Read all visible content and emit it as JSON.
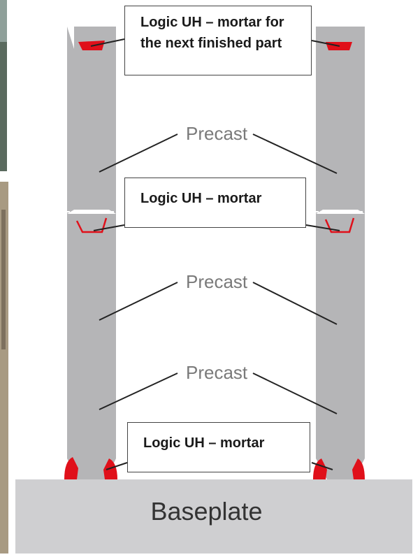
{
  "callouts": {
    "top": "Logic UH – mortar for the next finished part",
    "middle": "Logic UH – mortar",
    "bottom": "Logic UH – mortar"
  },
  "precast_labels": [
    "Precast",
    "Precast",
    "Precast"
  ],
  "baseplate_label": "Baseplate",
  "colors": {
    "precast": "#b5b5b7",
    "mortar": "#e0101a",
    "baseplate": "#cfcfd1",
    "leader": "#222222"
  }
}
